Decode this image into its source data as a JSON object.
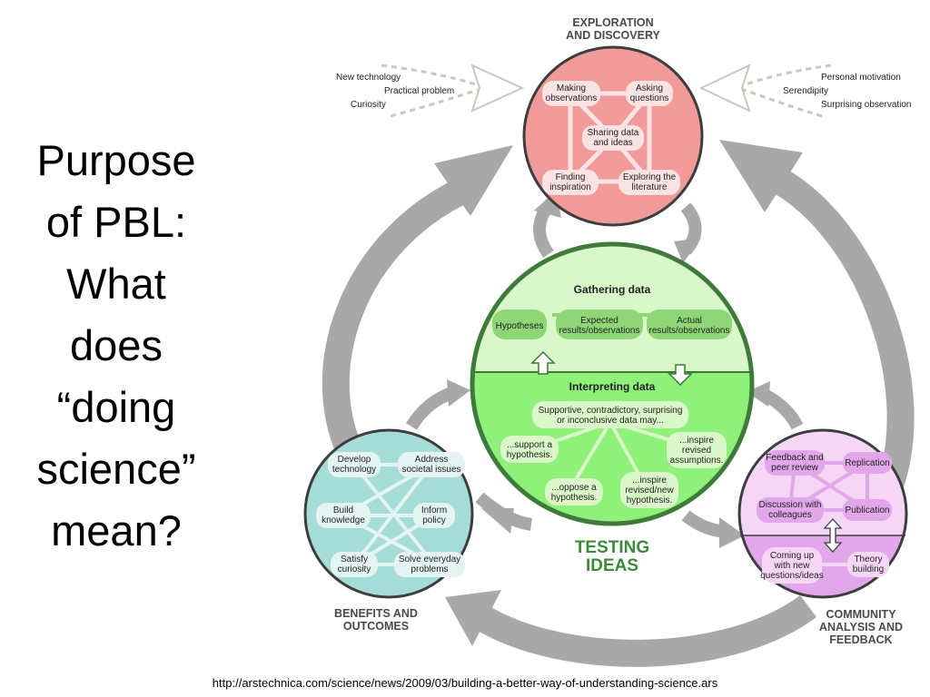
{
  "title": {
    "lines": [
      "Purpose",
      "of PBL:",
      "What",
      "does",
      "“doing",
      "science”",
      "mean?"
    ]
  },
  "source_url": "http://arstechnica.com/science/news/2009/03/building-a-better-way-of-understanding-science.ars",
  "colors": {
    "exploration": "#f09a9a",
    "testing_top": "#d9f7c8",
    "testing_bottom": "#8ff07a",
    "benefits": "#a5dcd7",
    "community_top": "#f5d7f5",
    "community_bottom": "#e2a6ea",
    "arrow_gray": "#a8a8a8",
    "circle_edge": "#3d3d3d"
  },
  "exploration": {
    "heading": [
      "EXPLORATION",
      "AND DISCOVERY"
    ],
    "nodes": {
      "making_observations": [
        "Making",
        "observations"
      ],
      "asking_questions": [
        "Asking",
        "questions"
      ],
      "sharing_data": [
        "Sharing data",
        "and ideas"
      ],
      "finding_inspiration": [
        "Finding",
        "inspiration"
      ],
      "exploring_literature": [
        "Exploring the",
        "literature"
      ]
    },
    "inputs_left": [
      "New technology",
      "Practical problem",
      "Curiosity"
    ],
    "inputs_right": [
      "Personal motivation",
      "Serendipity",
      "Surprising observation"
    ]
  },
  "testing": {
    "heading": [
      "TESTING",
      "IDEAS"
    ],
    "gathering_title": "Gathering data",
    "gathering_nodes": {
      "hypotheses": "Hypotheses",
      "expected": [
        "Expected",
        "results/observations"
      ],
      "actual": [
        "Actual",
        "results/observations"
      ]
    },
    "interpreting_title": "Interpreting data",
    "data_may": [
      "Supportive, contradictory, surprising",
      "or inconclusive data may..."
    ],
    "outcomes": {
      "support": [
        "...support a",
        "hypothesis."
      ],
      "oppose": [
        "...oppose a",
        "hypothesis."
      ],
      "revised_new": [
        "...inspire",
        "revised/new",
        "hypothesis."
      ],
      "revised_assumptions": [
        "...inspire",
        "revised",
        "assumptions."
      ]
    }
  },
  "benefits": {
    "heading": [
      "BENEFITS AND",
      "OUTCOMES"
    ],
    "nodes": {
      "develop_technology": [
        "Develop",
        "technology"
      ],
      "address_issues": [
        "Address",
        "societal issues"
      ],
      "build_knowledge": [
        "Build",
        "knowledge"
      ],
      "inform_policy": [
        "Inform",
        "policy"
      ],
      "satisfy_curiosity": [
        "Satisfy",
        "curiosity"
      ],
      "solve_problems": [
        "Solve everyday",
        "problems"
      ]
    }
  },
  "community": {
    "heading": [
      "COMMUNITY",
      "ANALYSIS AND",
      "FEEDBACK"
    ],
    "nodes": {
      "feedback_review": [
        "Feedback and",
        "peer review"
      ],
      "replication": [
        "Replication"
      ],
      "discussion": [
        "Discussion with",
        "colleagues"
      ],
      "publication": [
        "Publication"
      ],
      "new_questions": [
        "Coming up",
        "with new",
        "questions/ideas"
      ],
      "theory_building": [
        "Theory",
        "building"
      ]
    }
  }
}
